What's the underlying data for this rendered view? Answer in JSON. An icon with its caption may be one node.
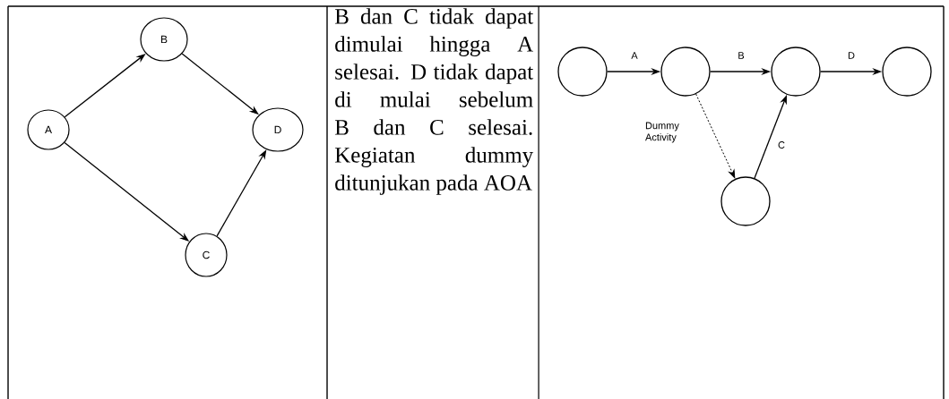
{
  "diagram": {
    "nodes": [
      {
        "text": [
          "A"
        ]
      },
      {
        "text": [
          "B"
        ]
      },
      {
        "text": [
          "C"
        ]
      },
      {
        "text": [
          "D"
        ]
      },
      {
        "text": [],
        "shape": "circle"
      },
      {
        "text": [],
        "shape": "circle"
      },
      {
        "text": [],
        "shape": "circle"
      },
      {
        "text": [],
        "shape": "circle"
      },
      {
        "text": [],
        "shape": "circle"
      }
    ],
    "edges": [
      {
        "from": 0,
        "to": 1,
        "arrow": "to"
      },
      {
        "from": 1,
        "to": 3,
        "arrow": "to"
      },
      {
        "from": 0,
        "to": 2,
        "arrow": "to"
      },
      {
        "from": 2,
        "to": 3,
        "arrow": "to"
      },
      {
        "from": 4,
        "to": 5,
        "arrow": "to",
        "label": "A"
      },
      {
        "from": 5,
        "to": 6,
        "arrow": "to",
        "label": "B"
      },
      {
        "from": 6,
        "to": 7,
        "arrow": "to",
        "label": "D"
      },
      {
        "from": 5,
        "to": 8,
        "arrow": "to",
        "label": "Dummy Activity",
        "style": "dashed"
      },
      {
        "from": 8,
        "to": 6,
        "arrow": "to",
        "label": "C"
      }
    ],
    "labels": [
      "B dan C tidak dapat dimulai hingga A selesai. D tidak dapat di mulai sebelum B dan C selesai. Kegiatan dummy ditunjukan pada AOA"
    ]
  }
}
